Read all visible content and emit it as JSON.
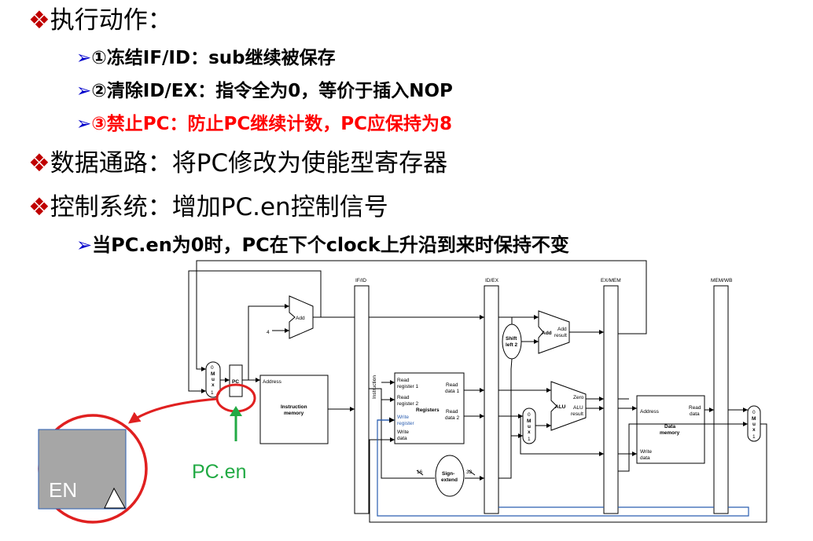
{
  "bullets": [
    {
      "marker": "❖",
      "text": "执行动作："
    },
    {
      "marker": "❖",
      "text": "数据通路：将PC修改为使能型寄存器"
    },
    {
      "marker": "❖",
      "text": "控制系统：增加PC.en控制信号"
    }
  ],
  "sub_items": [
    {
      "marker": "➢",
      "text": "①冻结IF/ID：sub继续被保存"
    },
    {
      "marker": "➢",
      "text": "②清除ID/EX：指令全为0，等价于插入NOP"
    },
    {
      "marker": "➢",
      "text": "③禁止PC：防止PC继续计数，PC应保持为8"
    },
    {
      "marker": "➢",
      "text": "当PC.en为0时，PC在下个clock上升沿到来时保持不变"
    }
  ],
  "diagram": {
    "stage_labels": [
      "IF/ID",
      "ID/EX",
      "EX/MEM",
      "MEM/WB"
    ],
    "pc": "PC",
    "mux": [
      "0",
      "M",
      "u",
      "x",
      "1"
    ],
    "add1": "Add",
    "four": "4",
    "instr_mem": {
      "address": "Address",
      "title": "Instruction",
      "title2": "memory"
    },
    "instruction_label": "Instruction",
    "registers": {
      "read1a": "Read",
      "read1b": "register 1",
      "read2a": "Read",
      "read2b": "register 2",
      "title": "Registers",
      "writea": "Write",
      "writeb": "register",
      "wdataa": "Write",
      "wdatab": "data",
      "rd1a": "Read",
      "rd1b": "data 1",
      "rd2a": "Read",
      "rd2b": "data 2"
    },
    "shift": [
      "Shift",
      "left 2"
    ],
    "add2": {
      "title": "Add",
      "r1": "Add",
      "r2": "result"
    },
    "alu": {
      "title": "ALU",
      "zero": "Zero",
      "r1": "ALU",
      "r2": "result"
    },
    "sign_extend": [
      "Sign-",
      "extend"
    ],
    "bits16": "16",
    "bits32": "32",
    "data_mem": {
      "address": "Address",
      "title": "Data",
      "title2": "memory",
      "read1": "Read",
      "read2": "data",
      "w1": "Write",
      "w2": "data"
    },
    "pc_en_label": "PC.en",
    "en_label": "EN"
  }
}
